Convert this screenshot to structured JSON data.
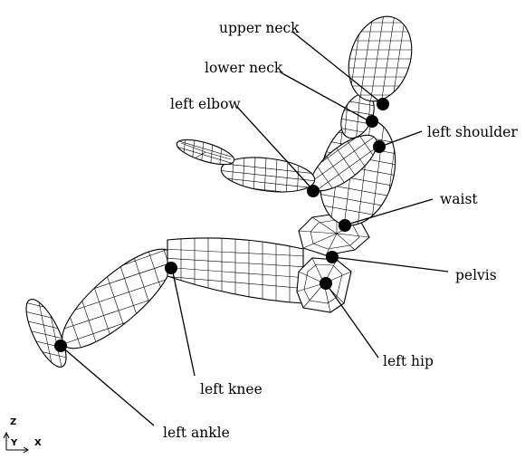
{
  "labels": {
    "upper_neck": "upper neck",
    "lower_neck": "lower neck",
    "left_elbow": "left elbow",
    "left_shoulder": "left shoulder",
    "waist": "waist",
    "pelvis": "pelvis",
    "left_hip": "left hip",
    "left_knee": "left knee",
    "left_ankle": "left ankle"
  },
  "axes": {
    "z": "Z",
    "y": "Y",
    "x": "X"
  }
}
